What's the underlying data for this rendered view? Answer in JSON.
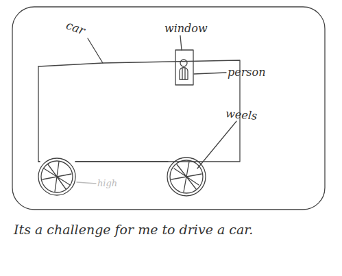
{
  "diagram": {
    "caption": "Its a challenge for me to drive a car.",
    "labels": [
      "car",
      "window",
      "person",
      "weels",
      "high"
    ]
  }
}
